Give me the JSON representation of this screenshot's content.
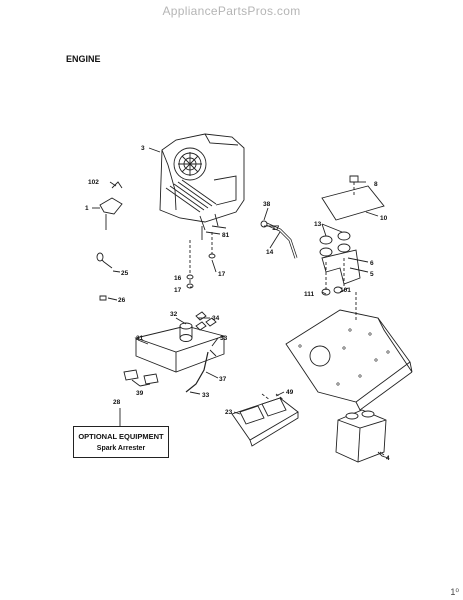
{
  "header": {
    "site": "AppliancePartsPros.com"
  },
  "section": {
    "title": "ENGINE"
  },
  "callouts": {
    "c1": "1",
    "c3": "3",
    "c4": "4",
    "c5": "5",
    "c6": "6",
    "c8": "8",
    "c10": "10",
    "c13": "13",
    "c14": "14",
    "c16": "16",
    "c17a": "17",
    "c17b": "17",
    "c17c": "17",
    "c23": "23",
    "c25": "25",
    "c26": "26",
    "c28": "28",
    "c31": "31",
    "c32": "32",
    "c33a": "33",
    "c33b": "33",
    "c34": "34",
    "c37": "37",
    "c38": "38",
    "c39": "39",
    "c49": "49",
    "c81": "81",
    "c101": "101",
    "c102": "102",
    "c111": "111"
  },
  "optional_box": {
    "title": "OPTIONAL EQUIPMENT",
    "subtitle": "Spark Arrester"
  },
  "page": {
    "number": "1⁰"
  }
}
